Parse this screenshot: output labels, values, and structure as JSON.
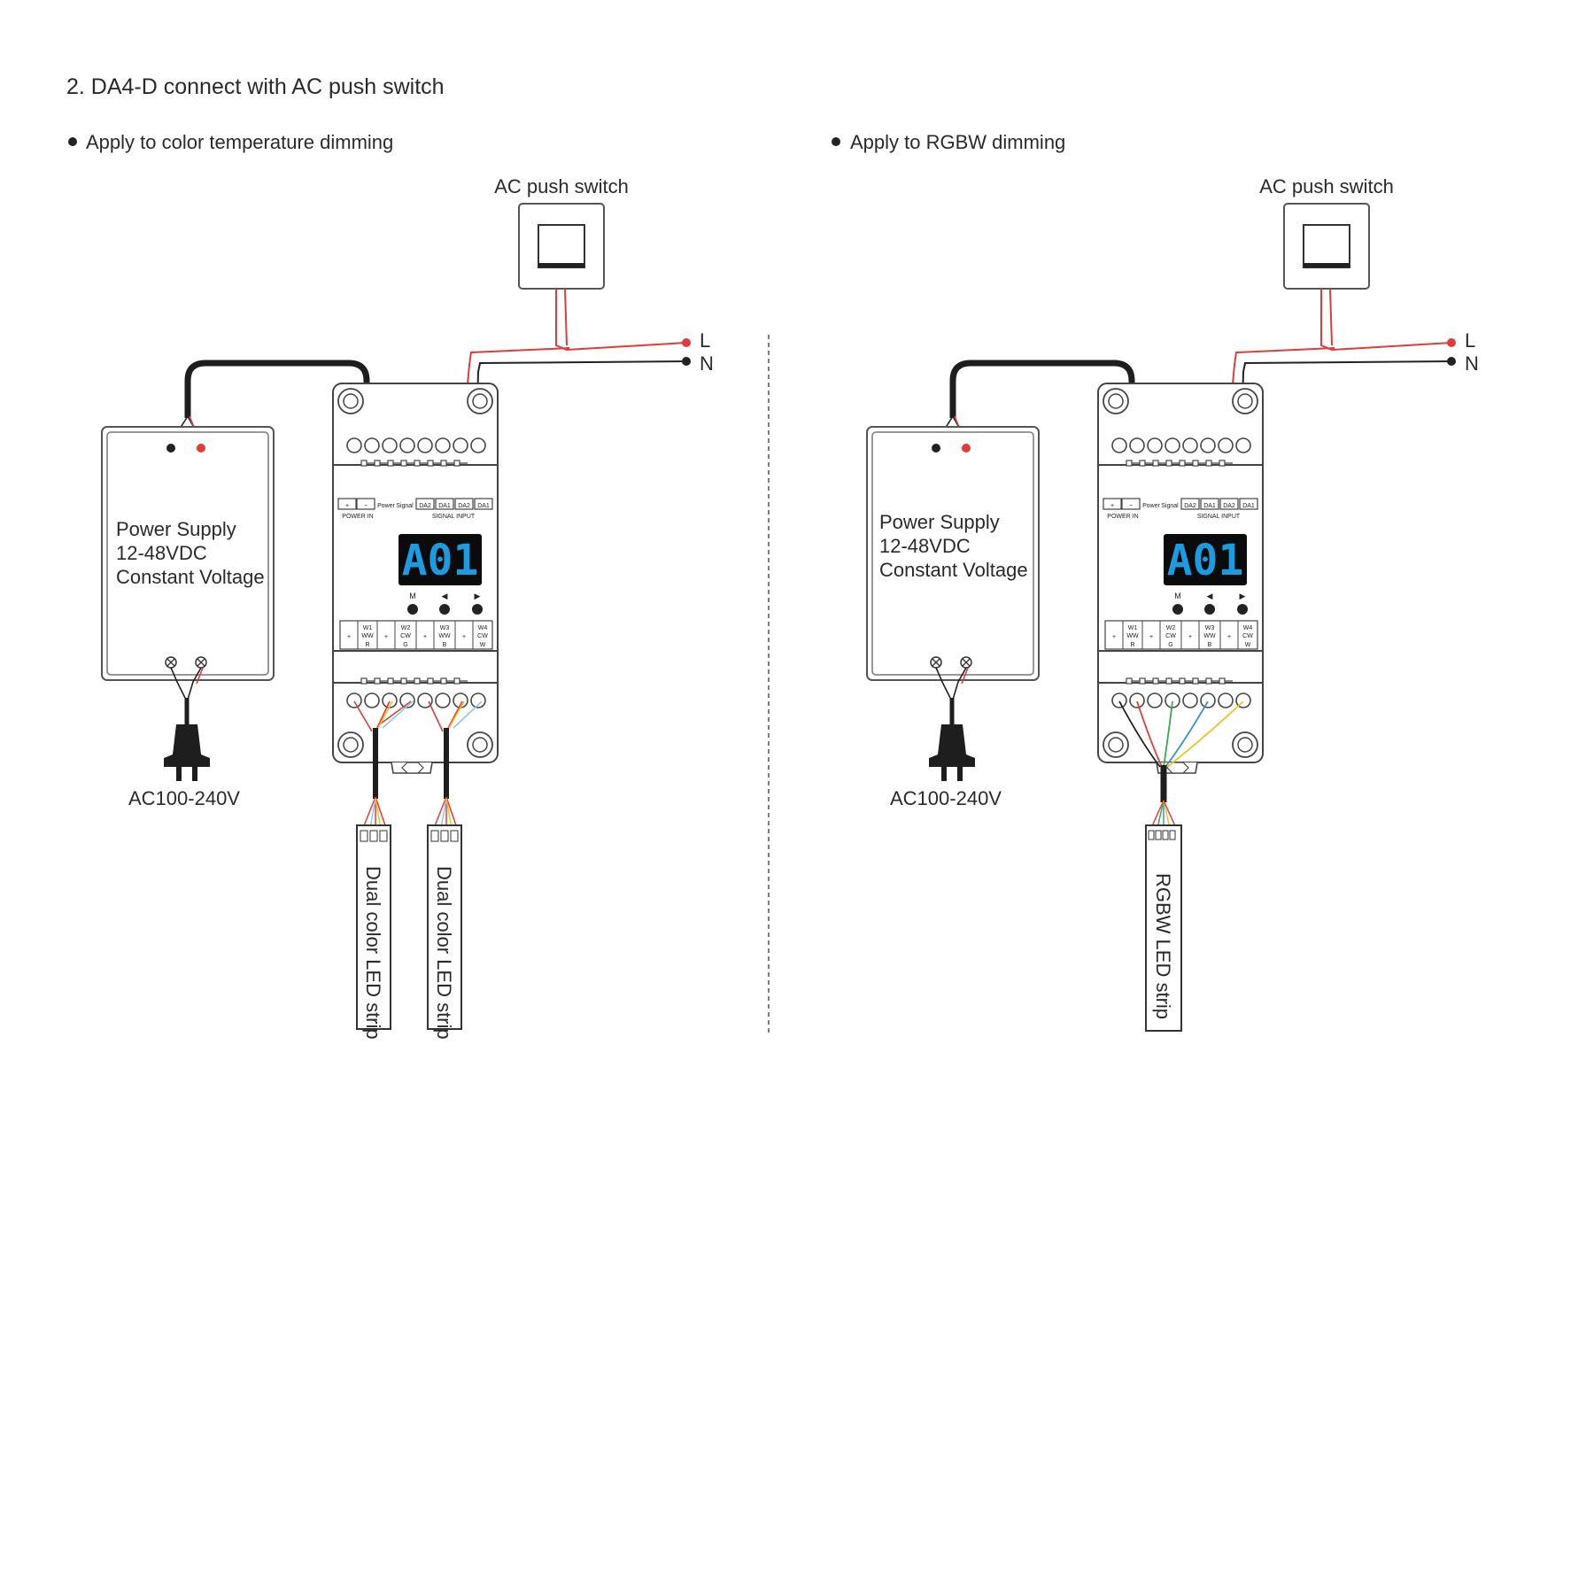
{
  "title": "2. DA4-D connect with AC push switch",
  "left": {
    "bullet": "Apply to color temperature dimming",
    "switch_label": "AC push switch",
    "line_l": "L",
    "line_n": "N",
    "ps_line1": "Power Supply",
    "ps_line2": "12-48VDC",
    "ps_line3": "Constant Voltage",
    "ac_label": "AC100-240V",
    "display": "A01",
    "strip1": "Dual color LED strip",
    "strip2": "Dual color LED strip"
  },
  "right": {
    "bullet": "Apply to RGBW dimming",
    "switch_label": "AC push switch",
    "line_l": "L",
    "line_n": "N",
    "ps_line1": "Power Supply",
    "ps_line2": "12-48VDC",
    "ps_line3": "Constant Voltage",
    "ac_label": "AC100-240V",
    "display": "A01",
    "strip": "RGBW LED strip"
  },
  "device": {
    "power_in": "POWER IN",
    "signal_input": "SIGNAL INPUT",
    "plus": "+",
    "minus": "−",
    "power": "Power",
    "signal": "Signal",
    "da2": "DA2",
    "da1": "DA1",
    "btn_m": "M",
    "btn_left": "◀",
    "btn_right": "▶",
    "w1": "W1",
    "ww": "WW",
    "r": "R",
    "w2": "W2",
    "cw": "CW",
    "g": "G",
    "w3": "W3",
    "b": "B",
    "w4": "W4",
    "w": "W"
  },
  "colors": {
    "wire_red": "#e23b3b",
    "wire_black": "#222222",
    "wire_green": "#3aa84a",
    "wire_blue": "#3d8fe0",
    "wire_yellow": "#f2c12e",
    "wire_lightblue": "#8ec6ea",
    "display_bg": "#0b0b0b",
    "display_fg": "#1e9be0"
  }
}
